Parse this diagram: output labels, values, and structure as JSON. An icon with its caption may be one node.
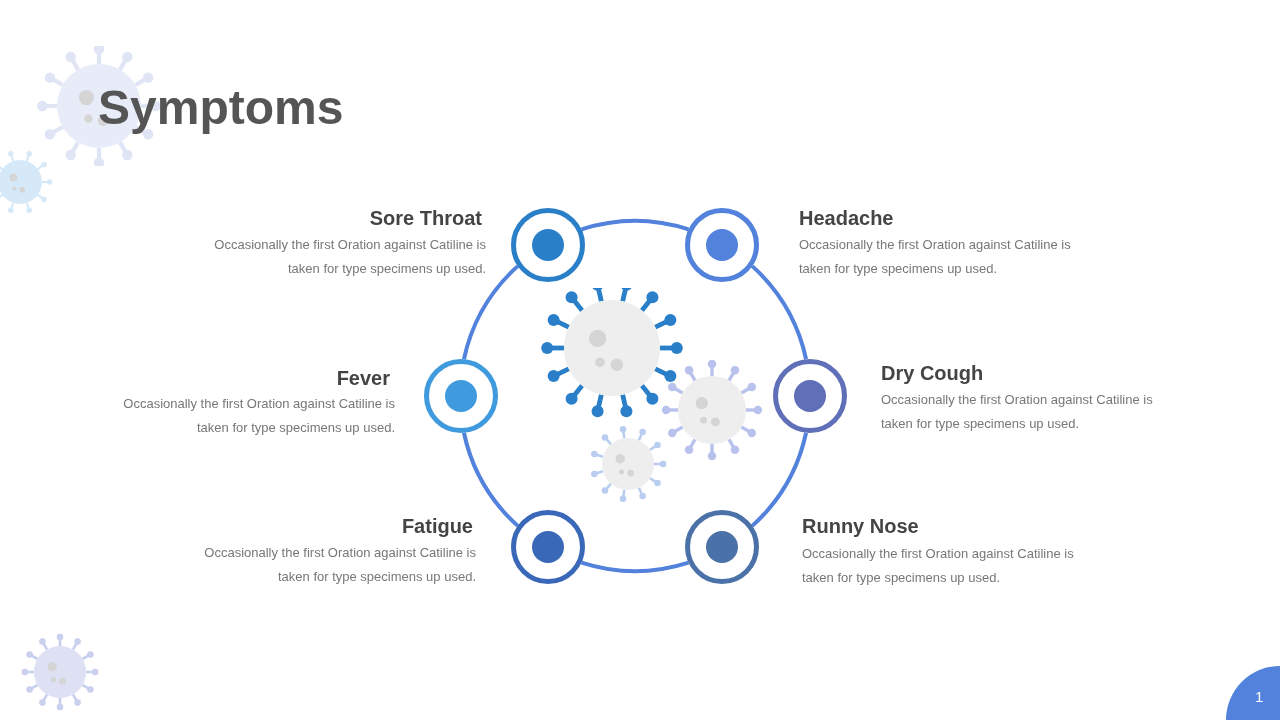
{
  "diagram": {
    "title": "Symptoms",
    "nodes": [
      {
        "text": [],
        "shape": "circle",
        "beside": [
          "Sore Throat",
          "Occasionally the first Oration against Catiline is taken for type specimens up used."
        ]
      },
      {
        "text": [],
        "shape": "circle",
        "beside": [
          "Headache",
          "Occasionally the first Oration against Catiline is taken for type specimens up used."
        ]
      },
      {
        "text": [],
        "shape": "circle",
        "beside": [
          "Fever",
          "Occasionally the first Oration against Catiline is taken for type specimens up used."
        ]
      },
      {
        "text": [],
        "shape": "circle",
        "beside": [
          "Dry Cough",
          "Occasionally the first Oration against Catiline is taken for type specimens up used."
        ]
      },
      {
        "text": [],
        "shape": "circle",
        "beside": [
          "Fatigue",
          "Occasionally the first Oration against Catiline is taken for type specimens up used."
        ]
      },
      {
        "text": [],
        "shape": "circle",
        "beside": [
          "Runny Nose",
          "Occasionally the first Oration against Catiline is taken for type specimens up used."
        ]
      }
    ],
    "edges": [
      {
        "from": 0,
        "to": 1,
        "arrow": "none"
      },
      {
        "from": 1,
        "to": 3,
        "arrow": "none"
      },
      {
        "from": 3,
        "to": 5,
        "arrow": "none"
      },
      {
        "from": 5,
        "to": 4,
        "arrow": "none"
      },
      {
        "from": 4,
        "to": 2,
        "arrow": "none"
      },
      {
        "from": 2,
        "to": 0,
        "arrow": "none"
      }
    ],
    "labels": [
      "1"
    ]
  }
}
